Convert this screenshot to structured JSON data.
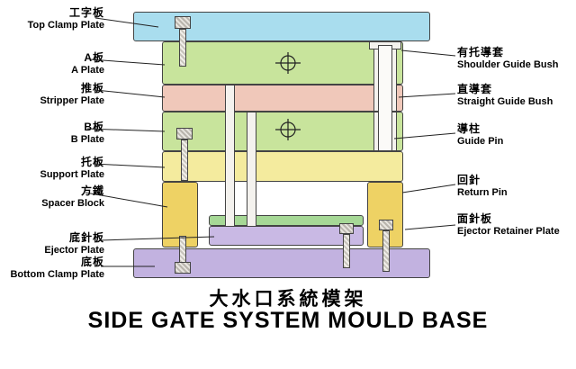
{
  "title": {
    "zh": "大水口系統模架",
    "en": "SIDE GATE SYSTEM MOULD BASE"
  },
  "left_labels": [
    {
      "id": "top-clamp-plate",
      "zh": "工字板",
      "en": "Top Clamp Plate"
    },
    {
      "id": "a-plate",
      "zh": "A板",
      "en": "A Plate"
    },
    {
      "id": "stripper-plate",
      "zh": "推板",
      "en": "Stripper Plate"
    },
    {
      "id": "b-plate",
      "zh": "B板",
      "en": "B Plate"
    },
    {
      "id": "support-plate",
      "zh": "托板",
      "en": "Support Plate"
    },
    {
      "id": "spacer-block",
      "zh": "方鐵",
      "en": "Spacer Block"
    },
    {
      "id": "ejector-plate",
      "zh": "底針板",
      "en": "Ejector Plate"
    },
    {
      "id": "bottom-clamp-plate",
      "zh": "底板",
      "en": "Bottom Clamp Plate"
    }
  ],
  "right_labels": [
    {
      "id": "shoulder-guide-bush",
      "zh": "有托導套",
      "en": "Shoulder Guide Bush"
    },
    {
      "id": "straight-guide-bush",
      "zh": "直導套",
      "en": "Straight Guide Bush"
    },
    {
      "id": "guide-pin",
      "zh": "導柱",
      "en": "Guide Pin"
    },
    {
      "id": "return-pin",
      "zh": "回針",
      "en": "Return Pin"
    },
    {
      "id": "ejector-retainer-plate",
      "zh": "面針板",
      "en": "Ejector Retainer Plate"
    }
  ],
  "colors": {
    "top-clamp": "#a9ddee",
    "a-plate": "#c8e49c",
    "stripper": "#f0c8ba",
    "b-plate": "#c8e49c",
    "support": "#f4eb9e",
    "spacer": "#eed264",
    "retainer": "#a6d896",
    "ejector": "#c9b9e4",
    "bottom-clamp": "#c2b2e0",
    "pin-fill": "#f4f2ee",
    "line": "#222222"
  }
}
